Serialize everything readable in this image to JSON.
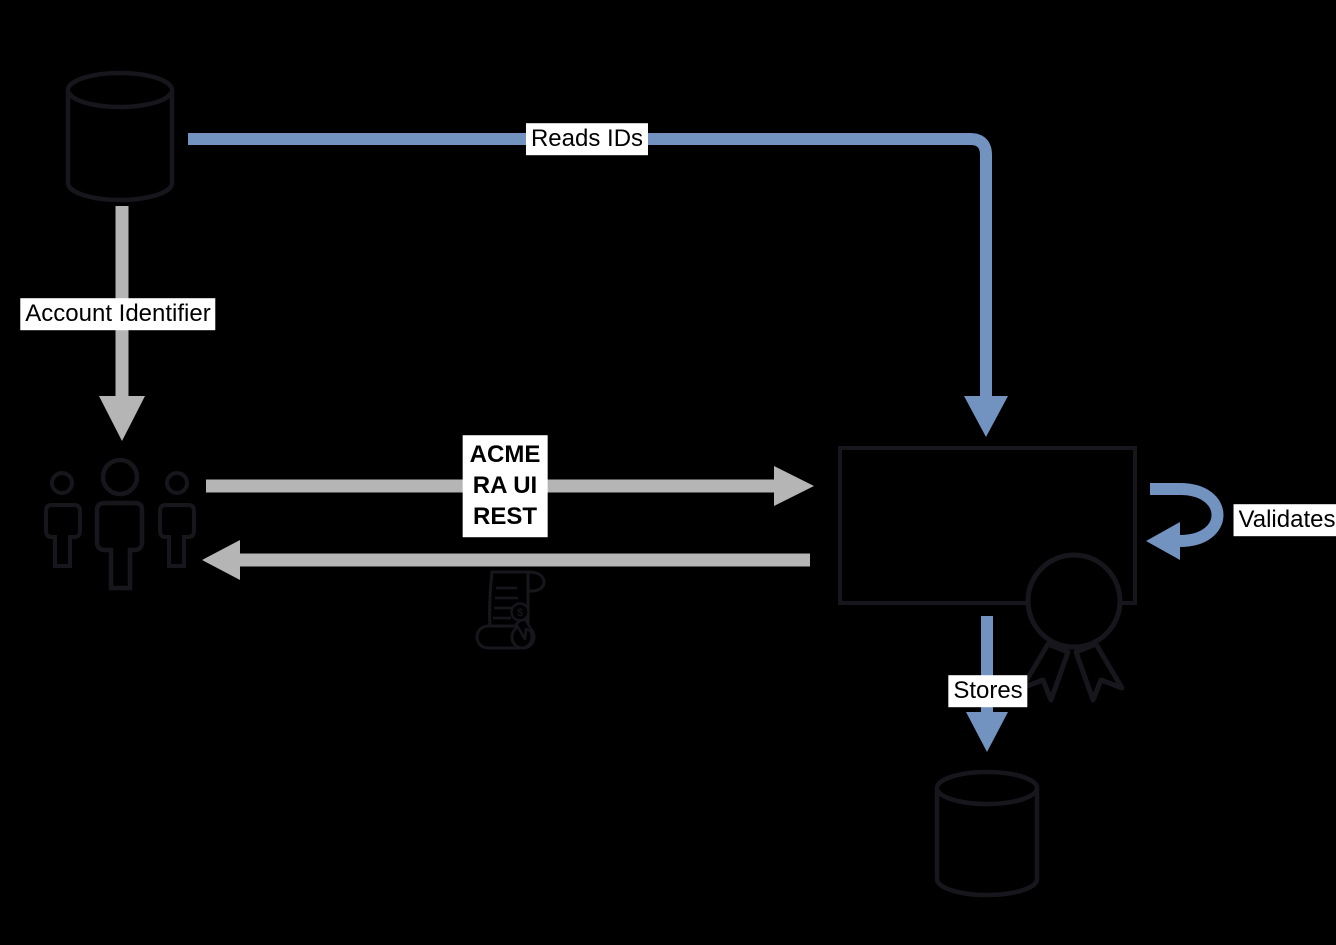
{
  "colors": {
    "background": "#000000",
    "shape_outline": "#16161c",
    "arrow_blue": "#7292c0",
    "arrow_gray": "#b5b5b5",
    "label_bg": "#ffffff",
    "label_text": "#000000"
  },
  "labels": {
    "reads_ids": "Reads IDs",
    "account_identifier": "Account Identifier",
    "acme_line1": "ACME",
    "acme_line2": "RA UI",
    "acme_line3": "REST",
    "validates": "Validates",
    "stores": "Stores",
    "seal_glyph": "$"
  },
  "nodes": [
    {
      "id": "source-database",
      "icon": "database-cylinder-icon",
      "position": "top-left"
    },
    {
      "id": "users-group",
      "icon": "people-group-icon",
      "position": "middle-left"
    },
    {
      "id": "process-box",
      "icon": "rectangle-node",
      "position": "middle-right"
    },
    {
      "id": "award-badge",
      "icon": "award-ribbon-icon",
      "position": "process-box-bottom-right"
    },
    {
      "id": "contract-scroll",
      "icon": "scroll-certificate-icon",
      "position": "below-return-arrow"
    },
    {
      "id": "target-database",
      "icon": "database-cylinder-icon",
      "position": "bottom-right"
    }
  ],
  "edges": [
    {
      "from": "source-database",
      "to": "process-box",
      "label_key": "reads_ids",
      "color": "blue",
      "shape": "right-then-down"
    },
    {
      "from": "source-database",
      "to": "users-group",
      "label_key": "account_identifier",
      "color": "gray",
      "shape": "down"
    },
    {
      "from": "users-group",
      "to": "process-box",
      "label_key": "acme",
      "color": "gray",
      "shape": "right"
    },
    {
      "from": "process-box",
      "to": "users-group",
      "label_key": "",
      "color": "gray",
      "shape": "left"
    },
    {
      "from": "process-box",
      "to": "process-box",
      "label_key": "validates",
      "color": "blue",
      "shape": "self-loop"
    },
    {
      "from": "process-box",
      "to": "target-database",
      "label_key": "stores",
      "color": "blue",
      "shape": "down"
    }
  ]
}
